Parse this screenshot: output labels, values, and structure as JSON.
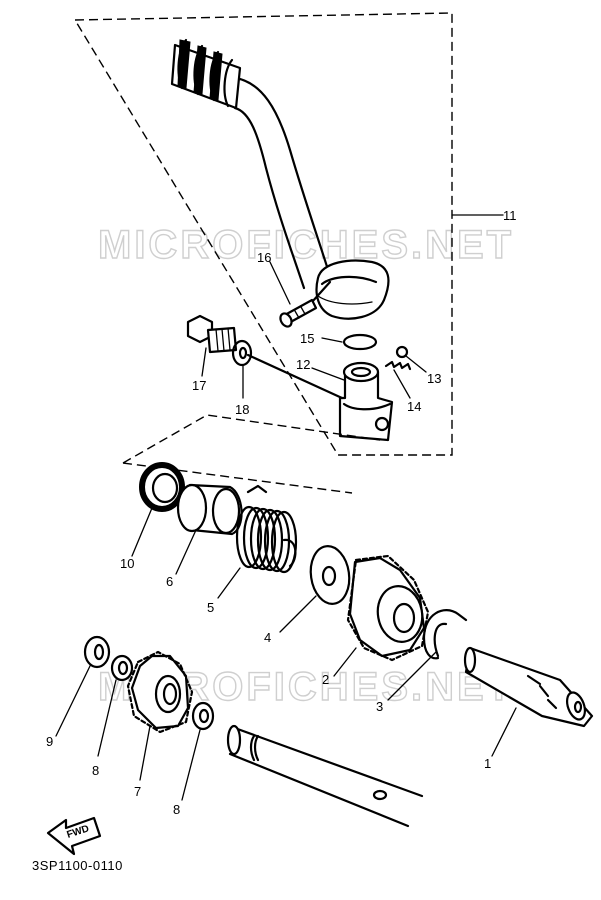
{
  "watermark": [
    "MICROFICHES.NET",
    "MICROFICHES.NET"
  ],
  "diagram_code": "3SP1100-0110",
  "fwd_label": "FWD",
  "callouts": [
    "1",
    "2",
    "3",
    "4",
    "5",
    "6",
    "7",
    "8",
    "8",
    "9",
    "10",
    "11",
    "12",
    "13",
    "14",
    "15",
    "16",
    "17",
    "18"
  ]
}
